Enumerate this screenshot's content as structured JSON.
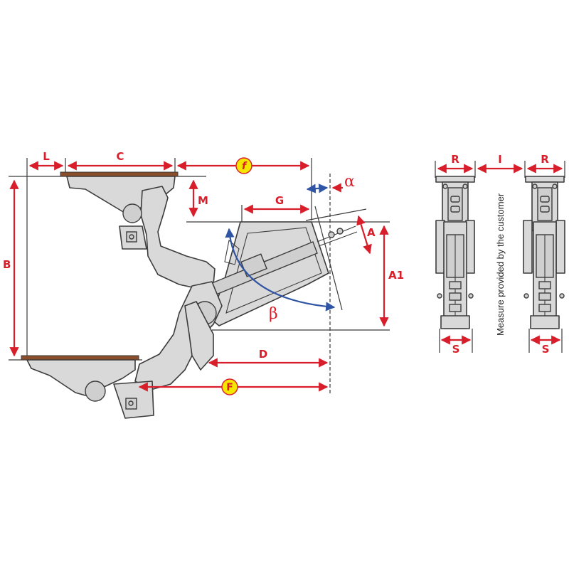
{
  "side_view": {
    "labels": {
      "L": "L",
      "C": "C",
      "f": "f",
      "alpha": "α",
      "M": "M",
      "G": "G",
      "A": "A",
      "A1": "A1",
      "B": "B",
      "beta": "β",
      "D": "D",
      "F": "F"
    }
  },
  "front_view": {
    "labels": {
      "R_left": "R",
      "I": "I",
      "R_right": "R",
      "S_left": "S",
      "S_right": "S"
    },
    "note": "Measure provided by the customer"
  },
  "colors": {
    "dimension": "#d81e2a",
    "angle": "#2f55a4",
    "badge_fill": "#f5e600",
    "wood": "#8a4e2a"
  }
}
